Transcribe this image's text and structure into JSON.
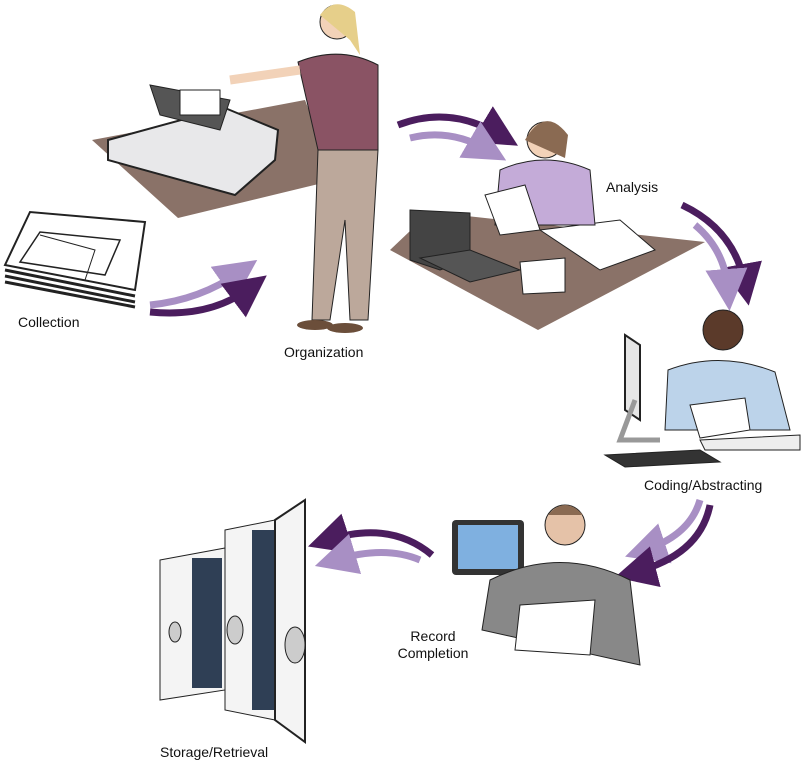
{
  "title": "Health record workflow cycle",
  "steps": {
    "collection": "Collection",
    "organization": "Organization",
    "analysis": "Analysis",
    "coding": "Coding/Abstracting",
    "record_line1": "Record",
    "record_line2": "Completion",
    "storage": "Storage/Retrieval"
  },
  "colors": {
    "arrow_dark": "#4b1d5e",
    "arrow_light": "#a88fc4",
    "floor": "#8a7268"
  }
}
